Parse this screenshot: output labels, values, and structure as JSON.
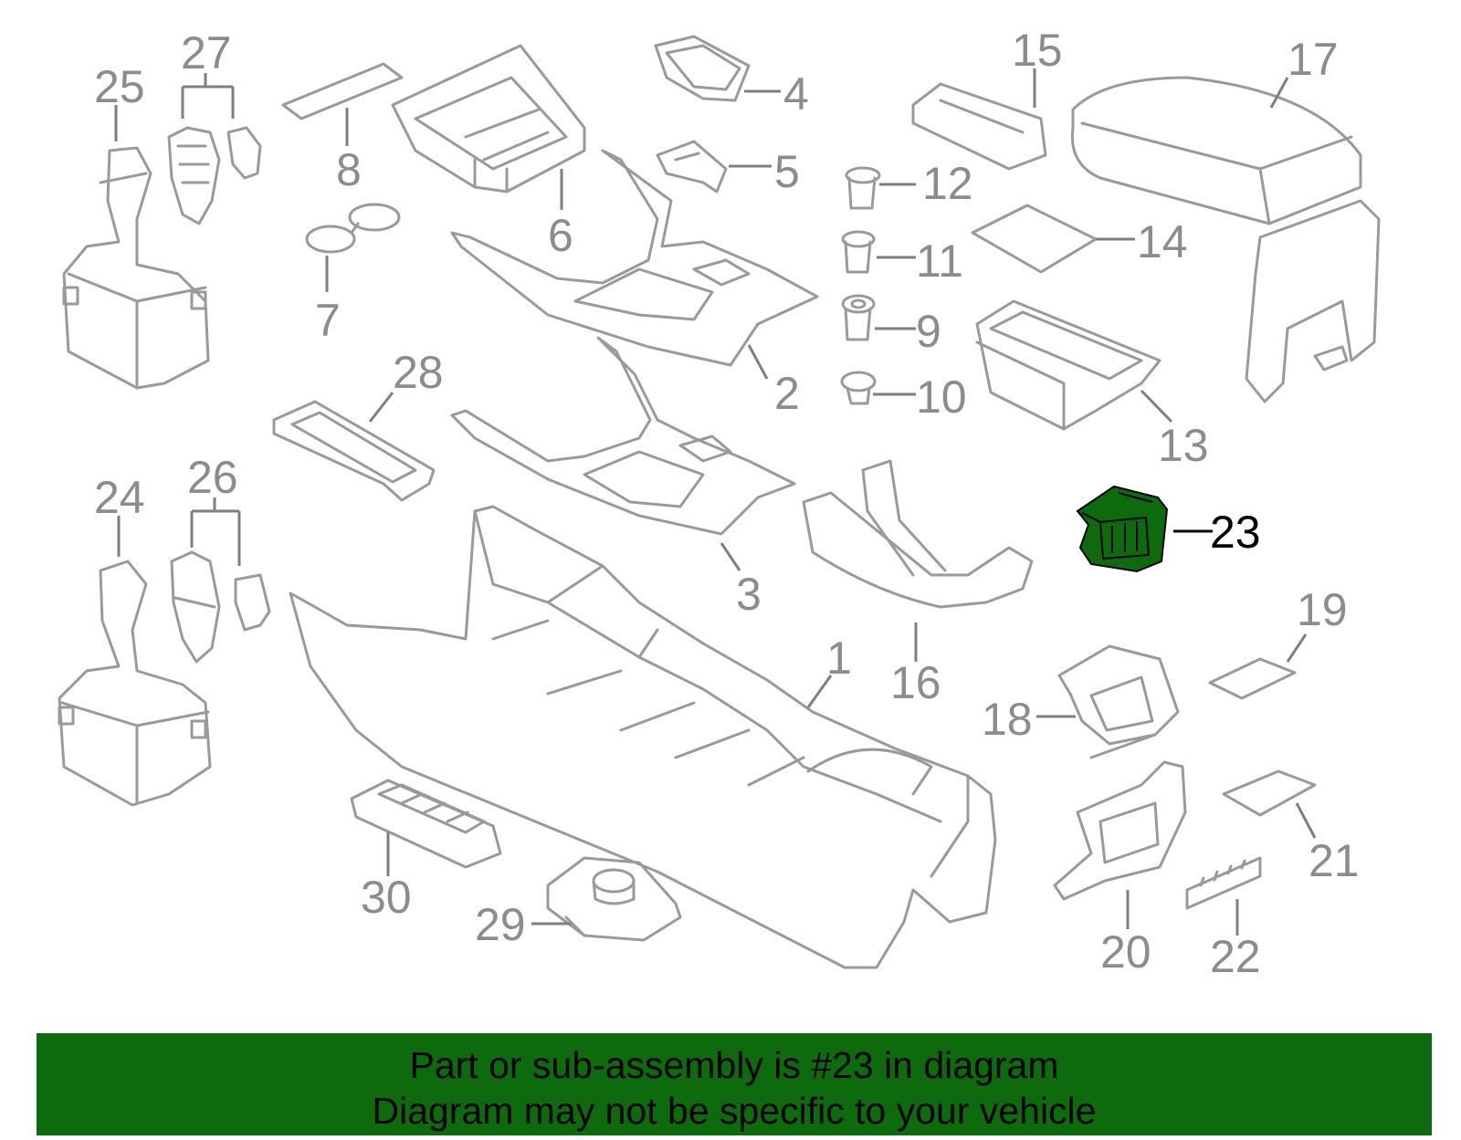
{
  "colors": {
    "part_stroke": "#9a9a9a",
    "label_gray": "#8c8c8c",
    "highlight_fill": "#0d6b0d",
    "banner_bg": "#0d6b0d"
  },
  "highlighted_part": "23",
  "callouts": [
    "1",
    "2",
    "3",
    "4",
    "5",
    "6",
    "7",
    "8",
    "9",
    "10",
    "11",
    "12",
    "13",
    "14",
    "15",
    "16",
    "17",
    "18",
    "19",
    "20",
    "21",
    "22",
    "23",
    "24",
    "25",
    "26",
    "27",
    "28",
    "29",
    "30"
  ],
  "banner": {
    "line1": "Part or sub-assembly is #23 in diagram",
    "line2": "Diagram may not be specific to your vehicle"
  }
}
